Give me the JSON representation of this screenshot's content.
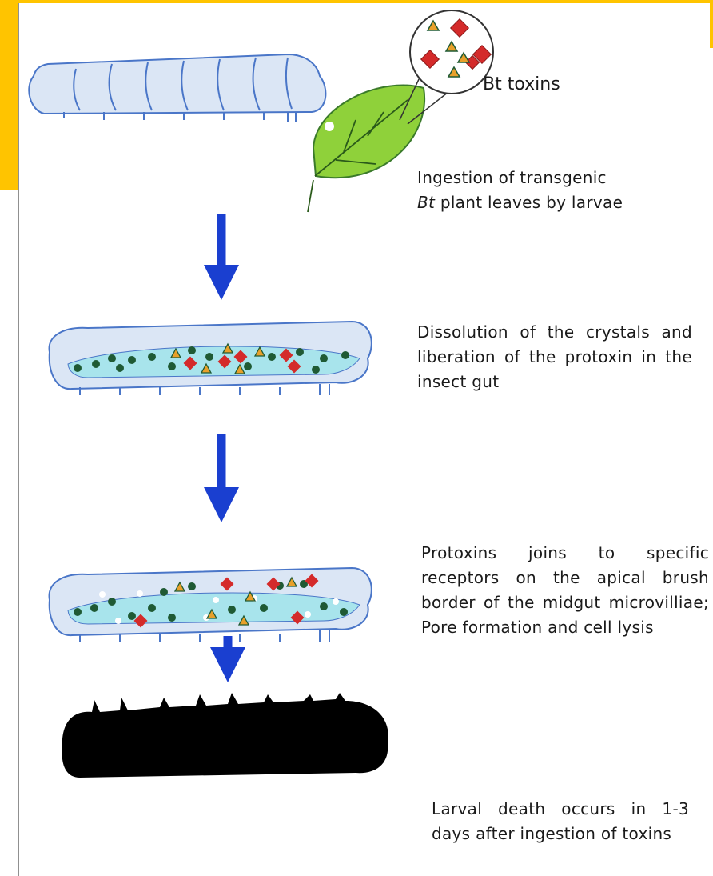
{
  "bt_label": "Bt toxins",
  "steps": [
    {
      "pre": "Ingestion of transgenic",
      "italic": "Bt",
      "post": " plant leaves by larvae"
    },
    {
      "text": "Dissolution of the crystals and liberation of the protoxin in the insect gut"
    },
    {
      "text": "Protoxins joins to specific receptors on the apical brush border of the midgut microvilliae; Pore formation and cell lysis"
    },
    {
      "text": "Larval death occurs in 1-3 days after ingestion of toxins"
    }
  ],
  "colors": {
    "highlight": "#ffc400",
    "larva_fill": "#dbe6f5",
    "larva_outline": "#4a76c8",
    "gut": "#a8e4ec",
    "leaf": "#8fd13a",
    "arrow": "#1a3fd0",
    "toxin_red": "#d42a2a",
    "toxin_triangle": "#e8a02a",
    "protoxin_dot": "#1f5a34",
    "dead_larva": "#000000"
  }
}
